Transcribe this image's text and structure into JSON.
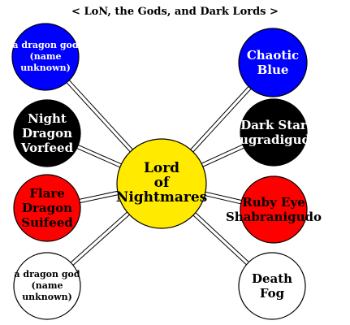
{
  "title": "< LoN, the Gods, and Dark Lords >",
  "colors": {
    "black": "#000000",
    "blue": "#0000ff",
    "red": "#ff0000",
    "white": "#ffffff",
    "yellow": "#ffea00"
  },
  "center": {
    "label": "Lord\nof\nNightmares"
  },
  "nodes": [
    {
      "id": "tl",
      "label": "a dragon god\n(name\nunknown)",
      "size": "small"
    },
    {
      "id": "ml1",
      "label": "Night\nDragon\nVorfeed",
      "size": "big"
    },
    {
      "id": "ml2",
      "label": "Flare\nDragon\nSuifeed",
      "size": "big"
    },
    {
      "id": "bl",
      "label": "a dragon god\n(name\nunknown)",
      "size": "small"
    },
    {
      "id": "tr",
      "label": "Chaotic\nBlue",
      "size": "big"
    },
    {
      "id": "mr1",
      "label": "Dark Star\nDugradigudo",
      "size": "big"
    },
    {
      "id": "mr2",
      "label": "Ruby Eye\nShabranigudo",
      "size": "big"
    },
    {
      "id": "br",
      "label": "Death\nFog",
      "size": "big"
    }
  ]
}
